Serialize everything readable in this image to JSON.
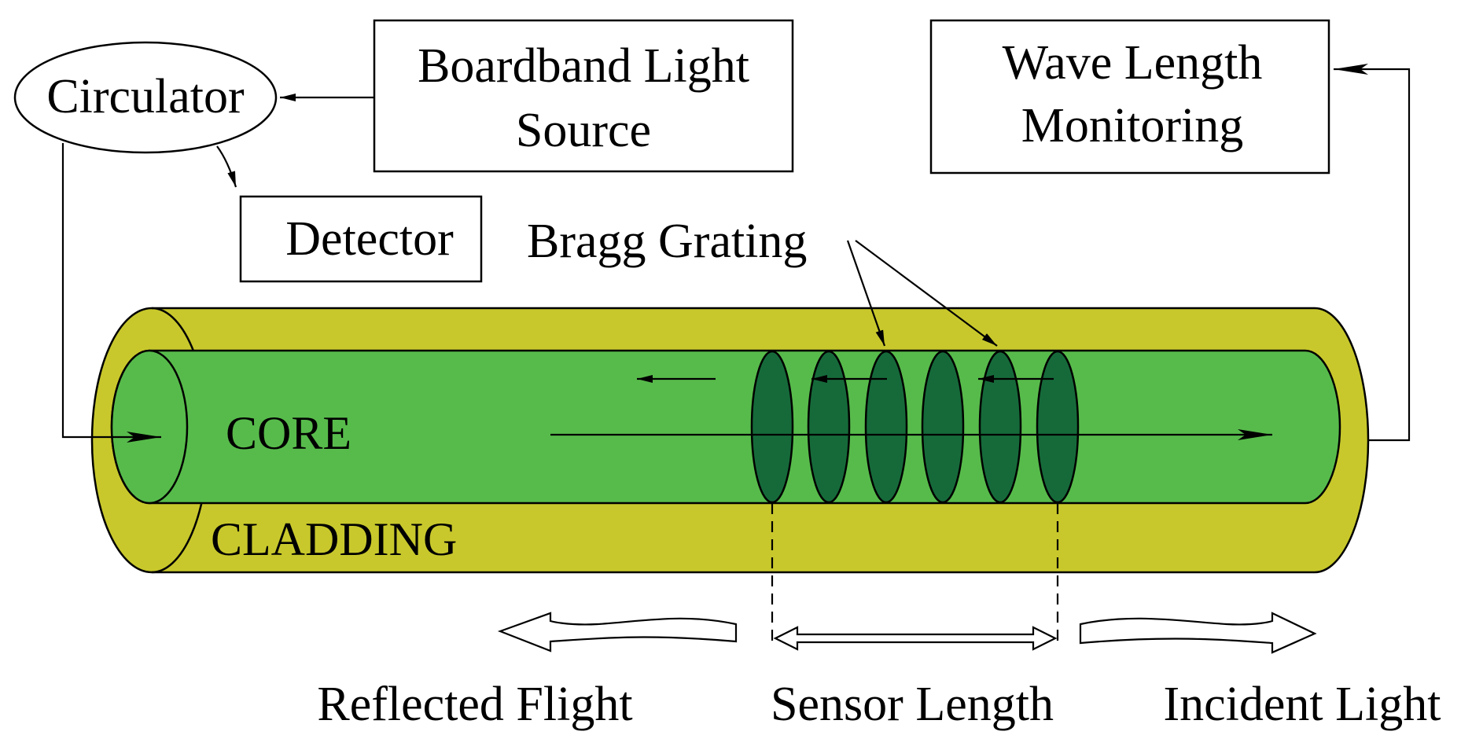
{
  "labels": {
    "circulator": "Circulator",
    "light_source": [
      "Boardband Light",
      "Source"
    ],
    "detector": "Detector",
    "wavelength_monitor": [
      "Wave Length",
      "Monitoring"
    ],
    "bragg_grating": "Bragg Grating",
    "core": "CORE",
    "cladding": "CLADDING",
    "reflected": "Reflected Flight",
    "sensor_length": "Sensor Length",
    "incident": "Incident Light"
  },
  "colors": {
    "cladding": "#c8c82c",
    "core": "#57bb4b",
    "grating": "#166a3a",
    "line": "#000000"
  }
}
